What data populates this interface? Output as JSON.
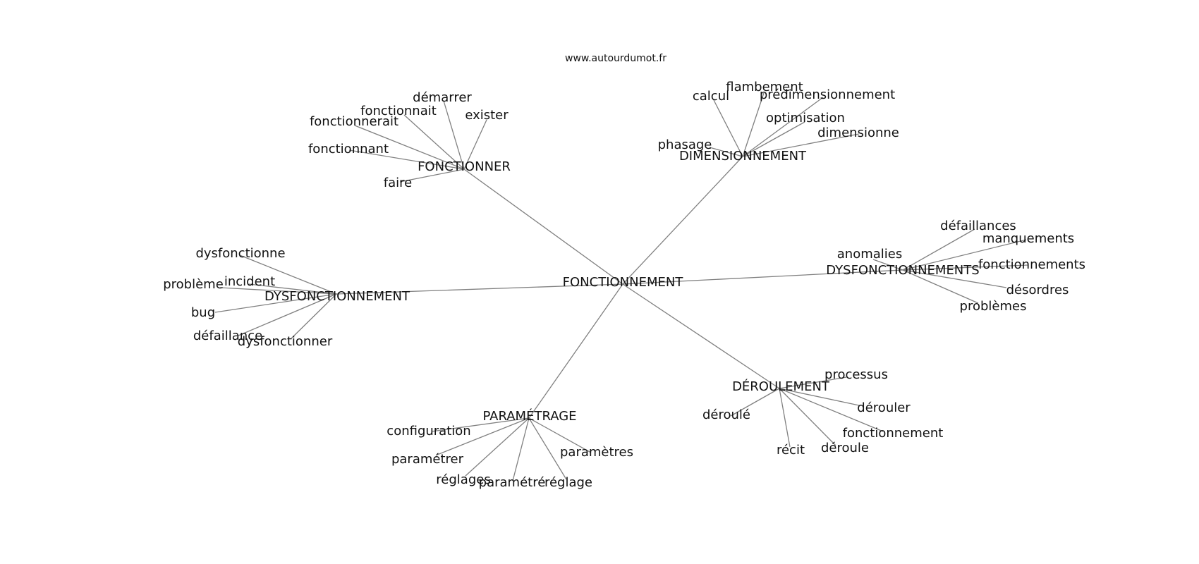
{
  "caption": "www.autourdumot.fr",
  "colors": {
    "edge": "#808080",
    "text": "#111111",
    "background": "#ffffff"
  },
  "center": "FONCTIONNEMENT",
  "clusters": [
    {
      "label": "FONCTIONNER",
      "leaves": [
        "démarrer",
        "fonctionnait",
        "fonctionnerait",
        "exister",
        "fonctionnant",
        "faire"
      ]
    },
    {
      "label": "DIMENSIONNEMENT",
      "leaves": [
        "flambement",
        "calcul",
        "prédimensionnement",
        "optimisation",
        "phasage",
        "dimensionne"
      ]
    },
    {
      "label": "DYSFONCTIONNEMENTS",
      "leaves": [
        "défaillances",
        "manquements",
        "anomalies",
        "fonctionnements",
        "désordres",
        "problèmes"
      ]
    },
    {
      "label": "DÉROULEMENT",
      "leaves": [
        "processus",
        "dérouler",
        "déroulé",
        "fonctionnement",
        "récit",
        "déroule"
      ]
    },
    {
      "label": "PARAMÉTRAGE",
      "leaves": [
        "configuration",
        "paramétrer",
        "paramètres",
        "réglages",
        "paramétré",
        "réglage"
      ]
    },
    {
      "label": "DYSFONCTIONNEMENT",
      "leaves": [
        "dysfonctionne",
        "incident",
        "problème",
        "bug",
        "défaillance",
        "dysfonctionner"
      ]
    }
  ]
}
